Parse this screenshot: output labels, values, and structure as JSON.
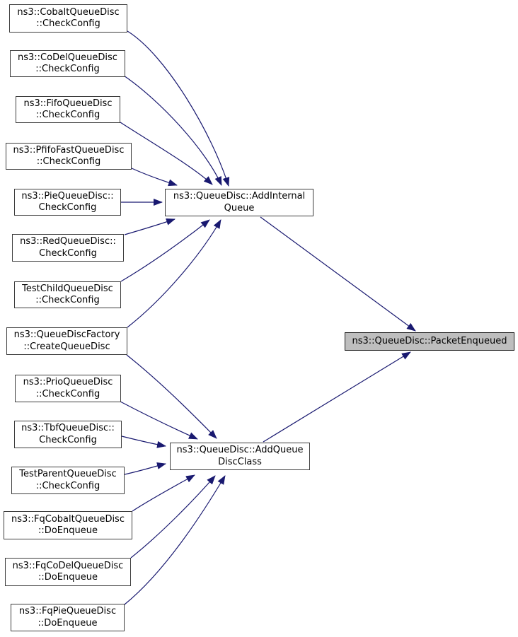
{
  "graph": {
    "colors": {
      "background": "#ffffff",
      "edge": "#191970",
      "node_border": "#3d3d3d",
      "node_fill": "#ffffff",
      "highlight_fill": "#bebebe",
      "text": "#000000"
    },
    "nodes": [
      {
        "id": "cobalt-checkconfig",
        "line1": "ns3::CobaltQueueDisc",
        "line2": "::CheckConfig",
        "highlighted": false
      },
      {
        "id": "codel-checkconfig",
        "line1": "ns3::CoDelQueueDisc",
        "line2": "::CheckConfig",
        "highlighted": false
      },
      {
        "id": "fifo-checkconfig",
        "line1": "ns3::FifoQueueDisc",
        "line2": "::CheckConfig",
        "highlighted": false
      },
      {
        "id": "pfifofast-checkconfig",
        "line1": "ns3::PfifoFastQueueDisc",
        "line2": "::CheckConfig",
        "highlighted": false
      },
      {
        "id": "pie-checkconfig",
        "line1": "ns3::PieQueueDisc::",
        "line2": "CheckConfig",
        "highlighted": false
      },
      {
        "id": "red-checkconfig",
        "line1": "ns3::RedQueueDisc::",
        "line2": "CheckConfig",
        "highlighted": false
      },
      {
        "id": "testchild-checkconfig",
        "line1": "TestChildQueueDisc",
        "line2": "::CheckConfig",
        "highlighted": false
      },
      {
        "id": "queuediscfactory-createqueuedisc",
        "line1": "ns3::QueueDiscFactory",
        "line2": "::CreateQueueDisc",
        "highlighted": false
      },
      {
        "id": "prio-checkconfig",
        "line1": "ns3::PrioQueueDisc",
        "line2": "::CheckConfig",
        "highlighted": false
      },
      {
        "id": "tbf-checkconfig",
        "line1": "ns3::TbfQueueDisc::",
        "line2": "CheckConfig",
        "highlighted": false
      },
      {
        "id": "testparent-checkconfig",
        "line1": "TestParentQueueDisc",
        "line2": "::CheckConfig",
        "highlighted": false
      },
      {
        "id": "fqcobalt-doenqueue",
        "line1": "ns3::FqCobaltQueueDisc",
        "line2": "::DoEnqueue",
        "highlighted": false
      },
      {
        "id": "fqcodel-doenqueue",
        "line1": "ns3::FqCoDelQueueDisc",
        "line2": "::DoEnqueue",
        "highlighted": false
      },
      {
        "id": "fqpie-doenqueue",
        "line1": "ns3::FqPieQueueDisc",
        "line2": "::DoEnqueue",
        "highlighted": false
      },
      {
        "id": "add-internal-queue",
        "line1": "ns3::QueueDisc::AddInternal",
        "line2": "Queue",
        "highlighted": false
      },
      {
        "id": "add-queue-disc-class",
        "line1": "ns3::QueueDisc::AddQueue",
        "line2": "DiscClass",
        "highlighted": false
      },
      {
        "id": "packet-enqueued",
        "line1": "ns3::QueueDisc::PacketEnqueued",
        "line2": null,
        "highlighted": true
      }
    ],
    "edges": [
      {
        "from": "cobalt-checkconfig",
        "to": "add-internal-queue"
      },
      {
        "from": "codel-checkconfig",
        "to": "add-internal-queue"
      },
      {
        "from": "fifo-checkconfig",
        "to": "add-internal-queue"
      },
      {
        "from": "pfifofast-checkconfig",
        "to": "add-internal-queue"
      },
      {
        "from": "pie-checkconfig",
        "to": "add-internal-queue"
      },
      {
        "from": "red-checkconfig",
        "to": "add-internal-queue"
      },
      {
        "from": "testchild-checkconfig",
        "to": "add-internal-queue"
      },
      {
        "from": "queuediscfactory-createqueuedisc",
        "to": "add-internal-queue"
      },
      {
        "from": "queuediscfactory-createqueuedisc",
        "to": "add-queue-disc-class"
      },
      {
        "from": "prio-checkconfig",
        "to": "add-queue-disc-class"
      },
      {
        "from": "tbf-checkconfig",
        "to": "add-queue-disc-class"
      },
      {
        "from": "testparent-checkconfig",
        "to": "add-queue-disc-class"
      },
      {
        "from": "fqcobalt-doenqueue",
        "to": "add-queue-disc-class"
      },
      {
        "from": "fqcodel-doenqueue",
        "to": "add-queue-disc-class"
      },
      {
        "from": "fqpie-doenqueue",
        "to": "add-queue-disc-class"
      },
      {
        "from": "add-internal-queue",
        "to": "packet-enqueued"
      },
      {
        "from": "add-queue-disc-class",
        "to": "packet-enqueued"
      }
    ]
  }
}
